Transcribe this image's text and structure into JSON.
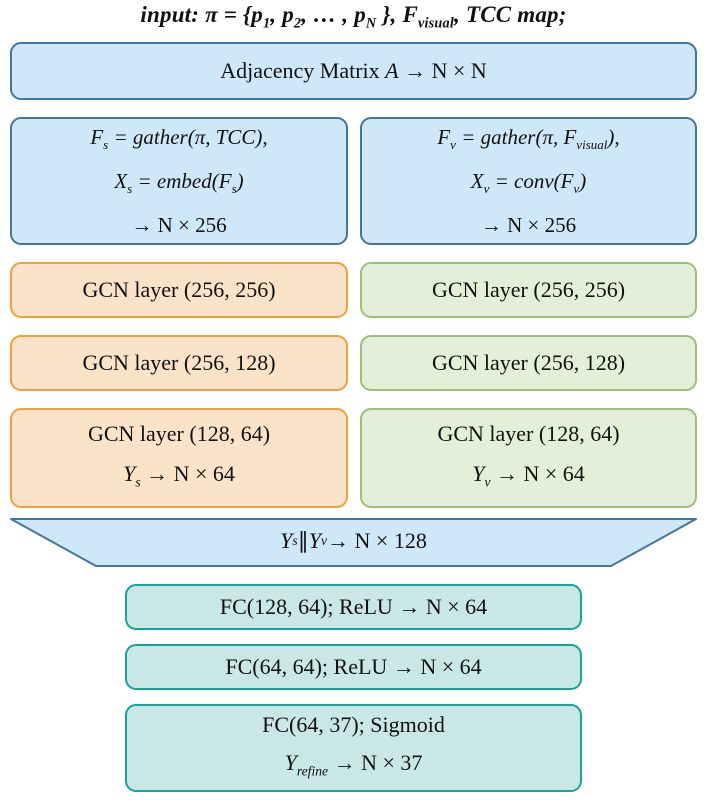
{
  "colors": {
    "blue_fill": "#cfe8f9",
    "blue_border": "#44759a",
    "orange_fill": "#fbe3c9",
    "orange_border": "#eda13f",
    "green_fill": "#e3efd9",
    "green_border": "#9cc07a",
    "teal_fill": "#c9e8e5",
    "teal_border": "#18a29c",
    "text": "#111111"
  },
  "title": {
    "segments": [
      {
        "t": "input: "
      },
      {
        "t": "π = {"
      },
      {
        "t": "p"
      },
      {
        "t": "1",
        "sub": true
      },
      {
        "t": ", "
      },
      {
        "t": "p"
      },
      {
        "t": "2",
        "sub": true
      },
      {
        "t": ", … , "
      },
      {
        "t": "p"
      },
      {
        "t": "N",
        "sub": true
      },
      {
        "t": " },  "
      },
      {
        "t": "F"
      },
      {
        "t": "visual",
        "sub": true
      },
      {
        "t": ",  TCC map;"
      }
    ]
  },
  "adjacency": {
    "segments": [
      {
        "t": "Adjacency Matrix "
      },
      {
        "t": "A",
        "i": true
      },
      {
        "t": "  → N × N"
      }
    ]
  },
  "semantic": {
    "line1": [
      {
        "t": "F"
      },
      {
        "t": "s",
        "sub": true
      },
      {
        "t": " = gather(π, TCC),"
      }
    ],
    "line2": [
      {
        "t": "X"
      },
      {
        "t": "s",
        "sub": true
      },
      {
        "t": " = embed(F"
      },
      {
        "t": "s",
        "sub": true
      },
      {
        "t": ")"
      }
    ],
    "line3": [
      {
        "t": "→ N × 256"
      }
    ]
  },
  "visual": {
    "line1": [
      {
        "t": "F"
      },
      {
        "t": "v",
        "sub": true
      },
      {
        "t": " = gather(π, F"
      },
      {
        "t": "visual",
        "sub": true
      },
      {
        "t": "),"
      }
    ],
    "line2": [
      {
        "t": "X"
      },
      {
        "t": "v",
        "sub": true
      },
      {
        "t": " = conv(F"
      },
      {
        "t": "v",
        "sub": true
      },
      {
        "t": ")"
      }
    ],
    "line3": [
      {
        "t": "→ N × 256"
      }
    ]
  },
  "gcn_s": {
    "layer1": [
      {
        "t": "GCN layer (256, 256)"
      }
    ],
    "layer2": [
      {
        "t": "GCN layer (256, 128)"
      }
    ],
    "layer3_line1": [
      {
        "t": "GCN layer (128, 64)"
      }
    ],
    "layer3_line2": [
      {
        "t": "Y",
        "i": true
      },
      {
        "t": "s",
        "sub": true,
        "i": true
      },
      {
        "t": " →  N × 64"
      }
    ]
  },
  "gcn_v": {
    "layer1": [
      {
        "t": "GCN layer (256, 256)"
      }
    ],
    "layer2": [
      {
        "t": "GCN layer (256, 128)"
      }
    ],
    "layer3_line1": [
      {
        "t": "GCN layer (128, 64)"
      }
    ],
    "layer3_line2": [
      {
        "t": "Y",
        "i": true
      },
      {
        "t": "v",
        "sub": true,
        "i": true
      },
      {
        "t": " →  N × 64"
      }
    ]
  },
  "merge": {
    "segments": [
      {
        "t": "Y",
        "i": true
      },
      {
        "t": "s",
        "sub": true,
        "i": true
      },
      {
        "t": " ∥ "
      },
      {
        "t": "Y",
        "i": true
      },
      {
        "t": "v",
        "sub": true,
        "i": true
      },
      {
        "t": "→  N × 128"
      }
    ]
  },
  "fc1": {
    "segments": [
      {
        "t": "FC(128, 64); ReLU →  N × 64"
      }
    ]
  },
  "fc2": {
    "segments": [
      {
        "t": "FC(64, 64); ReLU →  N × 64"
      }
    ]
  },
  "fc3": {
    "line1": [
      {
        "t": "FC(64, 37); Sigmoid"
      }
    ],
    "line2": [
      {
        "t": "Y",
        "i": true
      },
      {
        "t": "refine",
        "sub": true,
        "i": true
      },
      {
        "t": " → N × 37"
      }
    ]
  }
}
